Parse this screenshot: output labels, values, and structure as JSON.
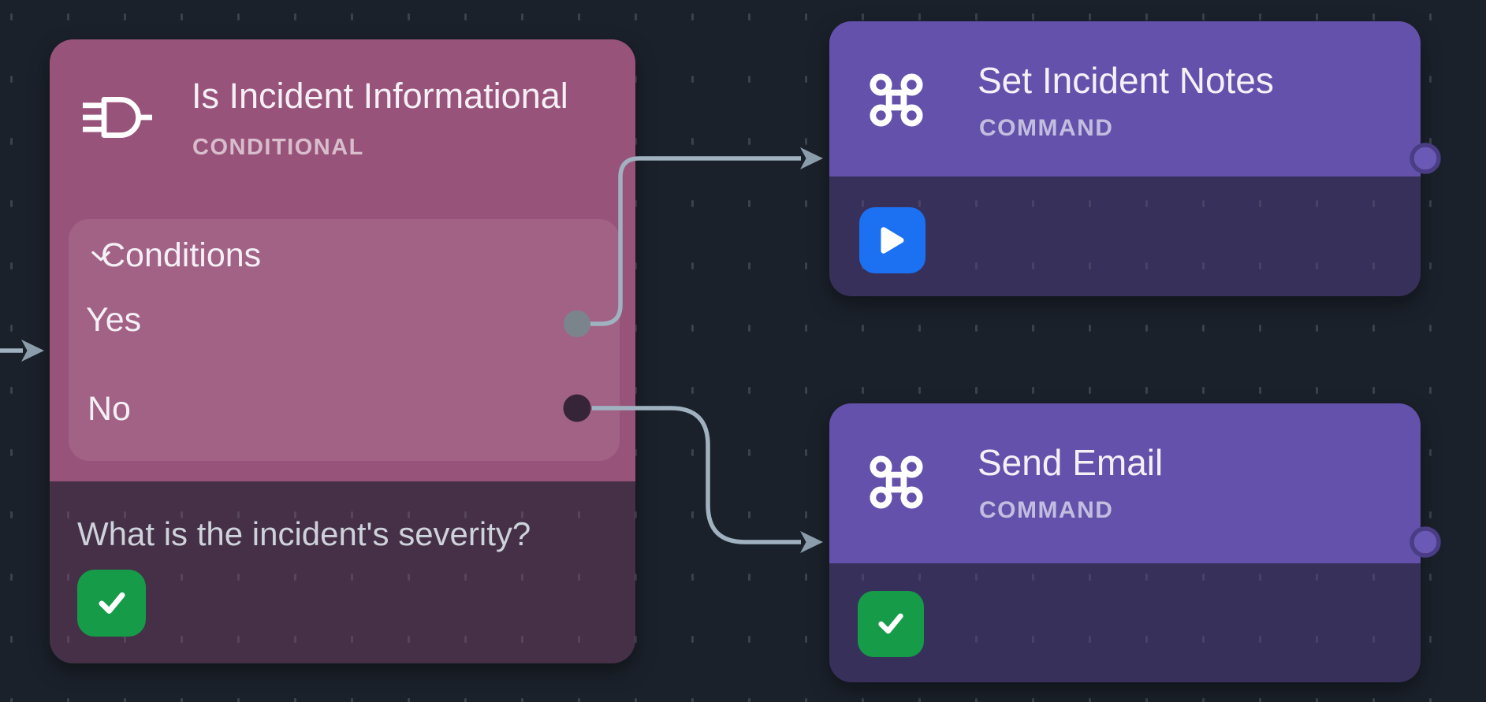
{
  "canvas": {
    "background": "#1b212b",
    "grid_dot_color": "#4a515e"
  },
  "palette": {
    "edge": "#a0b2c0",
    "arrowhead": "#8b9caa",
    "conditional_header": "#98537a",
    "conditional_body": "#453048",
    "command_header": "#6351ab",
    "command_body": "#37305a",
    "play_button_blue": "#1c70f2",
    "success_green": "#169b49",
    "yes_handle": "#7b848d",
    "no_handle": "#362439",
    "output_handle": "#6a59b5",
    "output_handle_ring": "#4a3d85"
  },
  "nodes": {
    "conditional": {
      "title": "Is Incident Informational",
      "type_label": "CONDITIONAL",
      "icon": "logic-gate-icon",
      "panel": {
        "header_label": "Conditions",
        "collapse_icon": "chevron-down-icon",
        "branches": [
          {
            "label": "Yes"
          },
          {
            "label": "No"
          }
        ]
      },
      "question": "What is the incident's severity?",
      "status_icon": "check-icon"
    },
    "set_notes": {
      "title": "Set Incident Notes",
      "type_label": "COMMAND",
      "icon": "command-icon",
      "action_icon": "play-icon"
    },
    "send_email": {
      "title": "Send Email",
      "type_label": "COMMAND",
      "icon": "command-icon",
      "action_icon": "check-icon"
    }
  },
  "edges": [
    {
      "from": "canvas-input",
      "to": "conditional"
    },
    {
      "from": "conditional.yes",
      "to": "set_notes"
    },
    {
      "from": "conditional.no",
      "to": "send_email"
    }
  ]
}
